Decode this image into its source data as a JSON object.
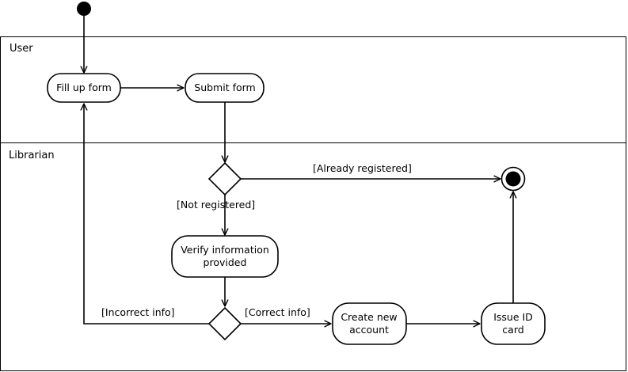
{
  "lanes": {
    "user": "User",
    "librarian": "Librarian"
  },
  "nodes": {
    "fill_form": "Fill up form",
    "submit_form": "Submit form",
    "verify_line1": "Verify information",
    "verify_line2": "provided",
    "create_line1": "Create new",
    "create_line2": "account",
    "issue_line1": "Issue ID",
    "issue_line2": "card"
  },
  "guards": {
    "already_registered": "[Already registered]",
    "not_registered": "[Not registered]",
    "correct_info": "[Correct info]",
    "incorrect_info": "[Incorrect info]"
  }
}
